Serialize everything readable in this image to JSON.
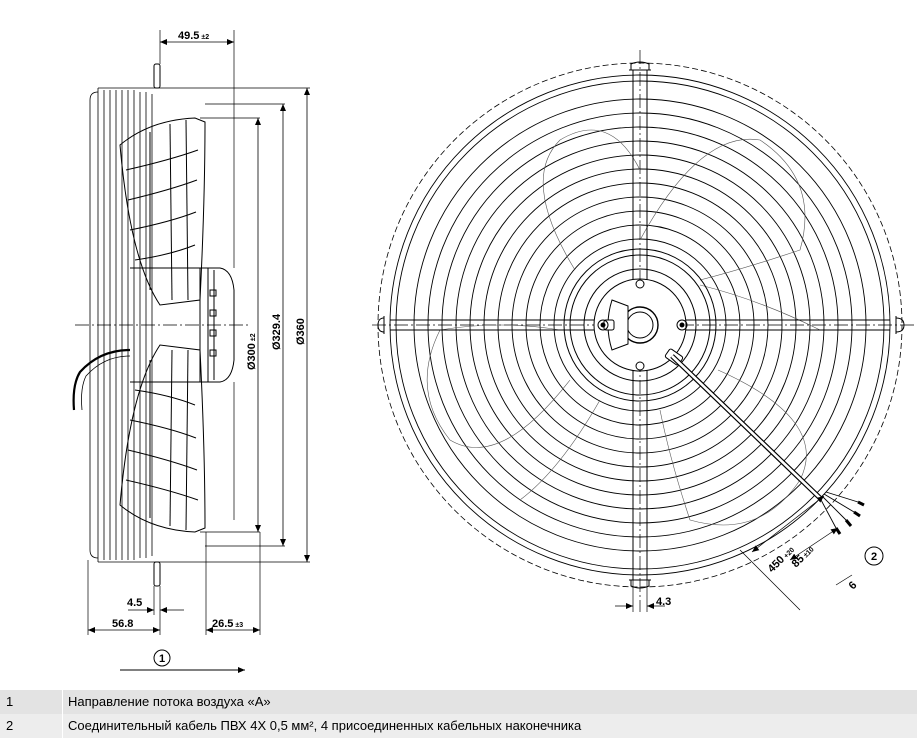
{
  "dimensions": {
    "d_49_5": {
      "value": "49.5",
      "tol": "±2"
    },
    "d_300": {
      "value": "Ø300",
      "tol": "±2"
    },
    "d_329_4": {
      "value": "Ø329.4"
    },
    "d_360": {
      "value": "Ø360"
    },
    "d_4_5": {
      "value": "4.5"
    },
    "d_56_8": {
      "value": "56.8"
    },
    "d_26_5": {
      "value": "26.5",
      "tol": "±3"
    },
    "d_4_3": {
      "value": "4.3"
    },
    "d_450": {
      "value": "450",
      "tol": "+20"
    },
    "d_85": {
      "value": "85",
      "tol": "±10"
    },
    "d_6": {
      "value": "6"
    }
  },
  "callouts": {
    "c1": "1",
    "c2": "2"
  },
  "legend": [
    {
      "num": "1",
      "text": "Направление потока воздуха «A»"
    },
    {
      "num": "2",
      "text": "Соединительный кабель ПВХ 4X 0,5 мм², 4 присоединенных кабельных наконечника"
    }
  ]
}
